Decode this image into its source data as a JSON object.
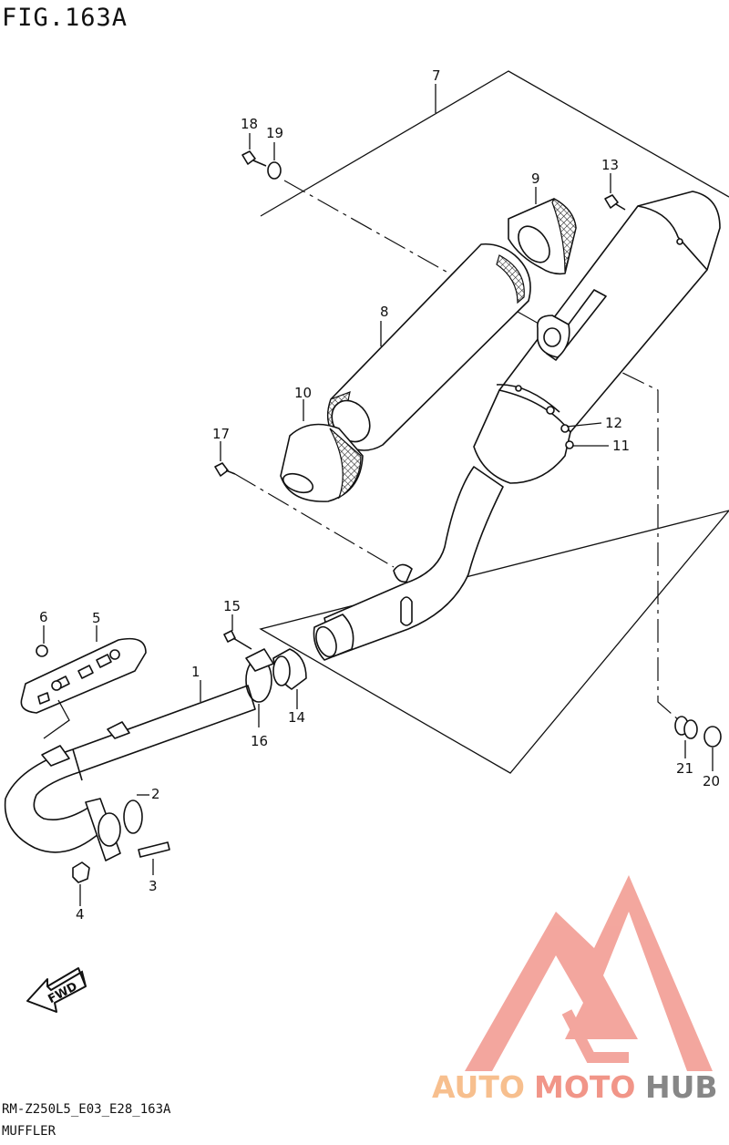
{
  "figure": {
    "title": "FIG.163A",
    "code": "RM-Z250L5_E03_E28_163A",
    "name": "MUFFLER"
  },
  "callouts": [
    "1",
    "2",
    "3",
    "4",
    "5",
    "6",
    "7",
    "8",
    "9",
    "10",
    "11",
    "12",
    "13",
    "14",
    "15",
    "16",
    "17",
    "18",
    "19",
    "20",
    "21"
  ],
  "fwd_arrow": {
    "text": "FWD"
  },
  "watermark": {
    "part1": "AUTO",
    "part2": "MOTO",
    "part3": "HUB",
    "color1": "#f7b982",
    "color2": "#f08a7c",
    "color3": "#7b7b7b",
    "logo_color": "#f29d94"
  }
}
